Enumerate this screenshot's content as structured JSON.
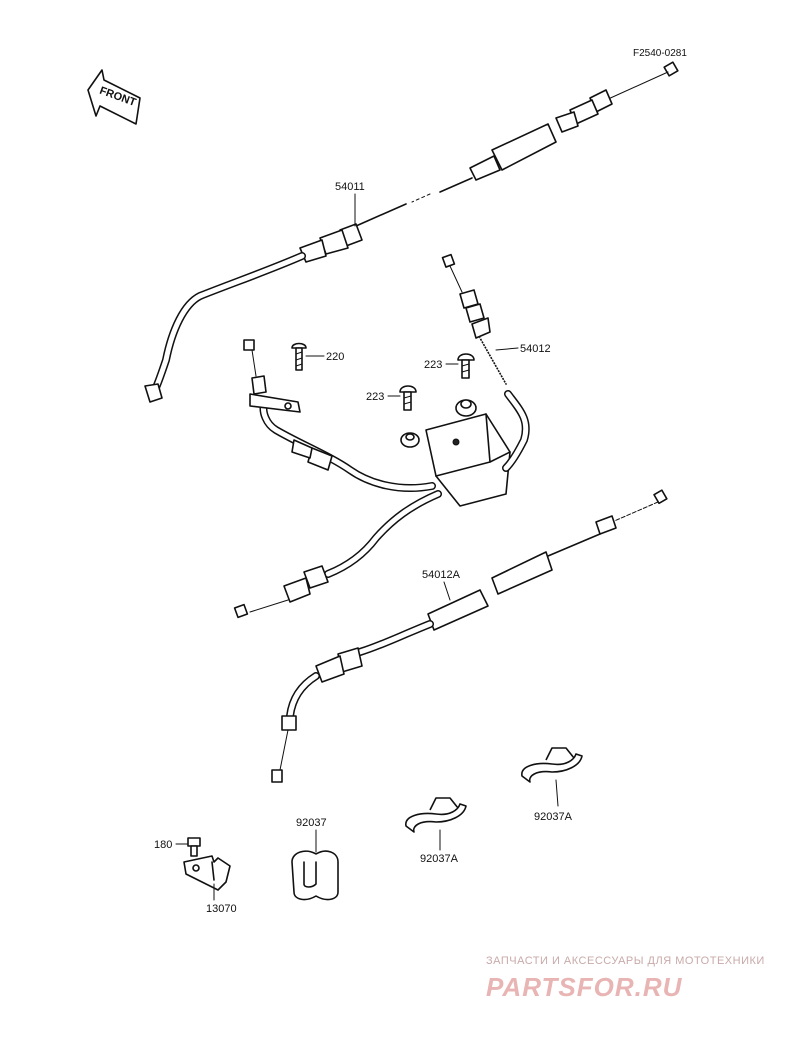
{
  "diagram": {
    "code": "F2540-0281",
    "front_label": "FRONT",
    "parts": {
      "p54011": "54011",
      "p54012": "54012",
      "p54012A": "54012A",
      "p220": "220",
      "p223a": "223",
      "p223b": "223",
      "p180": "180",
      "p13070": "13070",
      "p92037": "92037",
      "p92037A_1": "92037A",
      "p92037A_2": "92037A"
    }
  },
  "watermark": {
    "tagline": "ЗАПЧАСТИ И АКСЕССУАРЫ ДЛЯ МОТОТЕХНИКИ",
    "logo": "PARTSFOR.RU"
  }
}
